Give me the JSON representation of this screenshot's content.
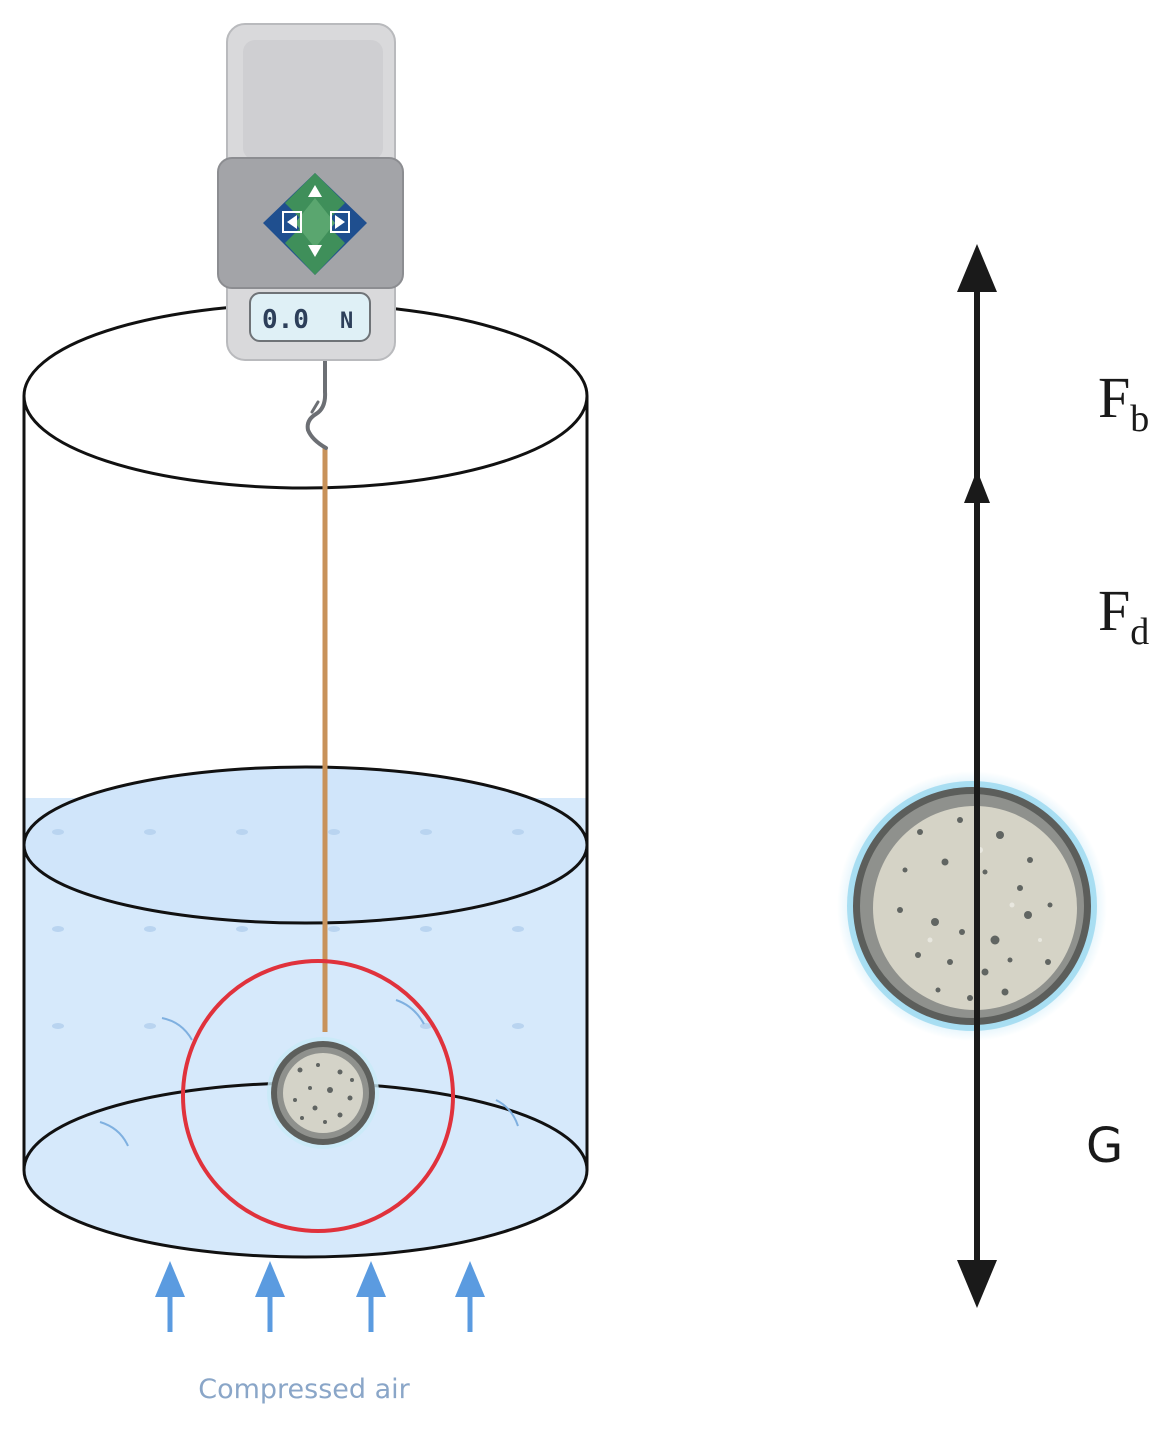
{
  "scale": {
    "reading": "0.0",
    "unit": "N"
  },
  "airflow": {
    "label": "Compressed air",
    "arrow_count": 4
  },
  "forces": {
    "buoyancy": {
      "symbol": "F",
      "subscript": "b"
    },
    "drag": {
      "symbol": "F",
      "subscript": "d"
    },
    "gravity": {
      "symbol": "G"
    }
  },
  "colors": {
    "water": "#d6e9fb",
    "highlight_ring": "#e0323c",
    "string": "#c8925a",
    "air_arrow": "#5b9be0",
    "air_label": "#8aa6c8",
    "force_arrow": "#1a1a1a",
    "scale_body": "#d9d9db",
    "scale_panel": "#a3a4a8",
    "dpad_green": "#3f8f5a",
    "dpad_blue": "#1f4f8f"
  }
}
